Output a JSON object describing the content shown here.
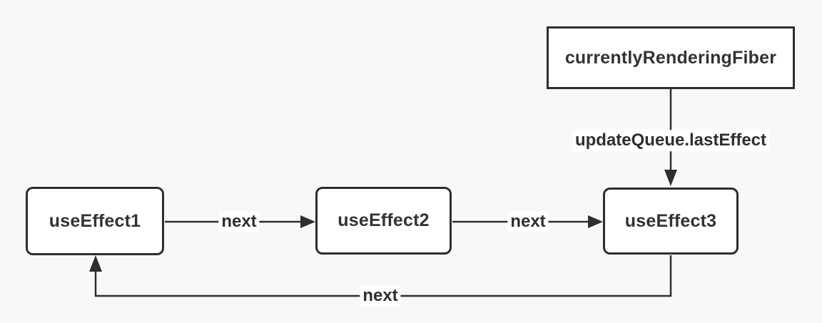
{
  "page": {
    "background_color": "#f8f8f8"
  },
  "diagram": {
    "stroke_color": "#2e2e2e",
    "node_fill_color": "#ffffff",
    "text_color": "#333333",
    "nodes": [
      {
        "id": "currentlyRenderingFiber",
        "label": "currentlyRenderingFiber",
        "shape": "rectangle"
      },
      {
        "id": "useEffect1",
        "label": "useEffect1",
        "shape": "rounded-rectangle"
      },
      {
        "id": "useEffect2",
        "label": "useEffect2",
        "shape": "rounded-rectangle"
      },
      {
        "id": "useEffect3",
        "label": "useEffect3",
        "shape": "rounded-rectangle"
      }
    ],
    "edges": [
      {
        "from": "currentlyRenderingFiber",
        "to": "useEffect3",
        "label": "updateQueue.lastEffect",
        "direction": "down"
      },
      {
        "from": "useEffect1",
        "to": "useEffect2",
        "label": "next",
        "direction": "right"
      },
      {
        "from": "useEffect2",
        "to": "useEffect3",
        "label": "next",
        "direction": "right"
      },
      {
        "from": "useEffect3",
        "to": "useEffect1",
        "label": "next",
        "direction": "loop-back-left-up"
      }
    ]
  }
}
